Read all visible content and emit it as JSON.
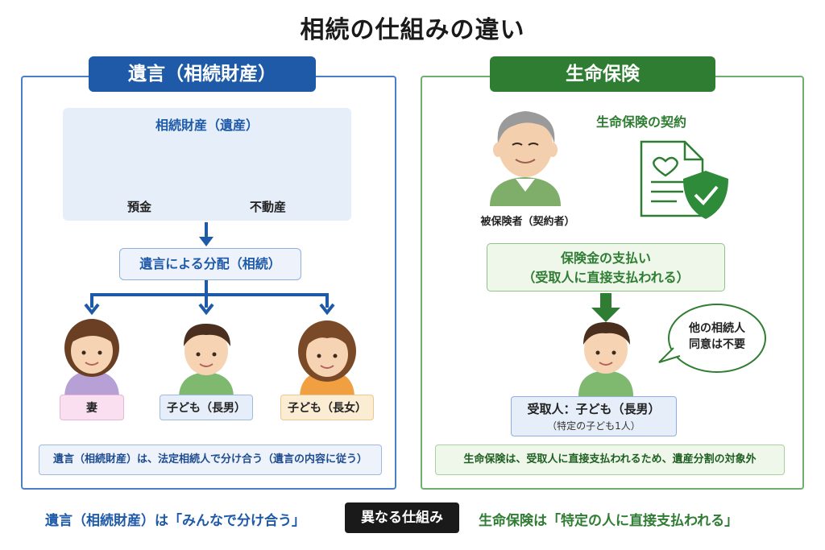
{
  "title": "相続の仕組みの違い",
  "left": {
    "header": "遺言（相続財産）",
    "assets_title": "相続財産（遺産）",
    "asset_deposit": "預金",
    "asset_real_estate": "不動産",
    "distribution": "遺言による分配（相続）",
    "heirs": [
      "妻",
      "子ども（長男）",
      "子ども（長女）"
    ],
    "note": "遺言（相続財産）は、法定相続人で分け合う（遺言の内容に従う）"
  },
  "right": {
    "header": "生命保険",
    "contract_title": "生命保険の契約",
    "insured_label": "被保険者（契約者）",
    "payment_line1": "保険金の支払い",
    "payment_line2": "（受取人に直接支払われる）",
    "bubble_line1": "他の相続人",
    "bubble_line2": "同意は不要",
    "recipient_main": "受取人：子ども（長男）",
    "recipient_sub": "（特定の子ども1人）",
    "note": "生命保険は、受取人に直接支払われるため、遺産分割の対象外"
  },
  "bottom": {
    "left": "遺言（相続財産）は「みんなで分け合う」",
    "center": "異なる仕組み",
    "right": "生命保険は「特定の人に直接支払われる」"
  },
  "colors": {
    "blue": "#1e5aa8",
    "green": "#2e7d32"
  }
}
